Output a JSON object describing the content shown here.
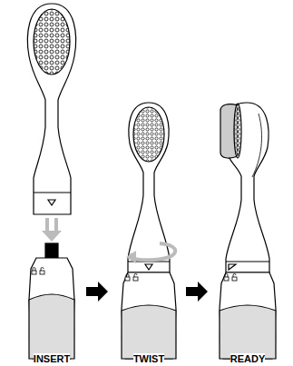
{
  "diagram": {
    "labels": [
      "INSERT",
      "TWIST",
      "READY"
    ]
  }
}
